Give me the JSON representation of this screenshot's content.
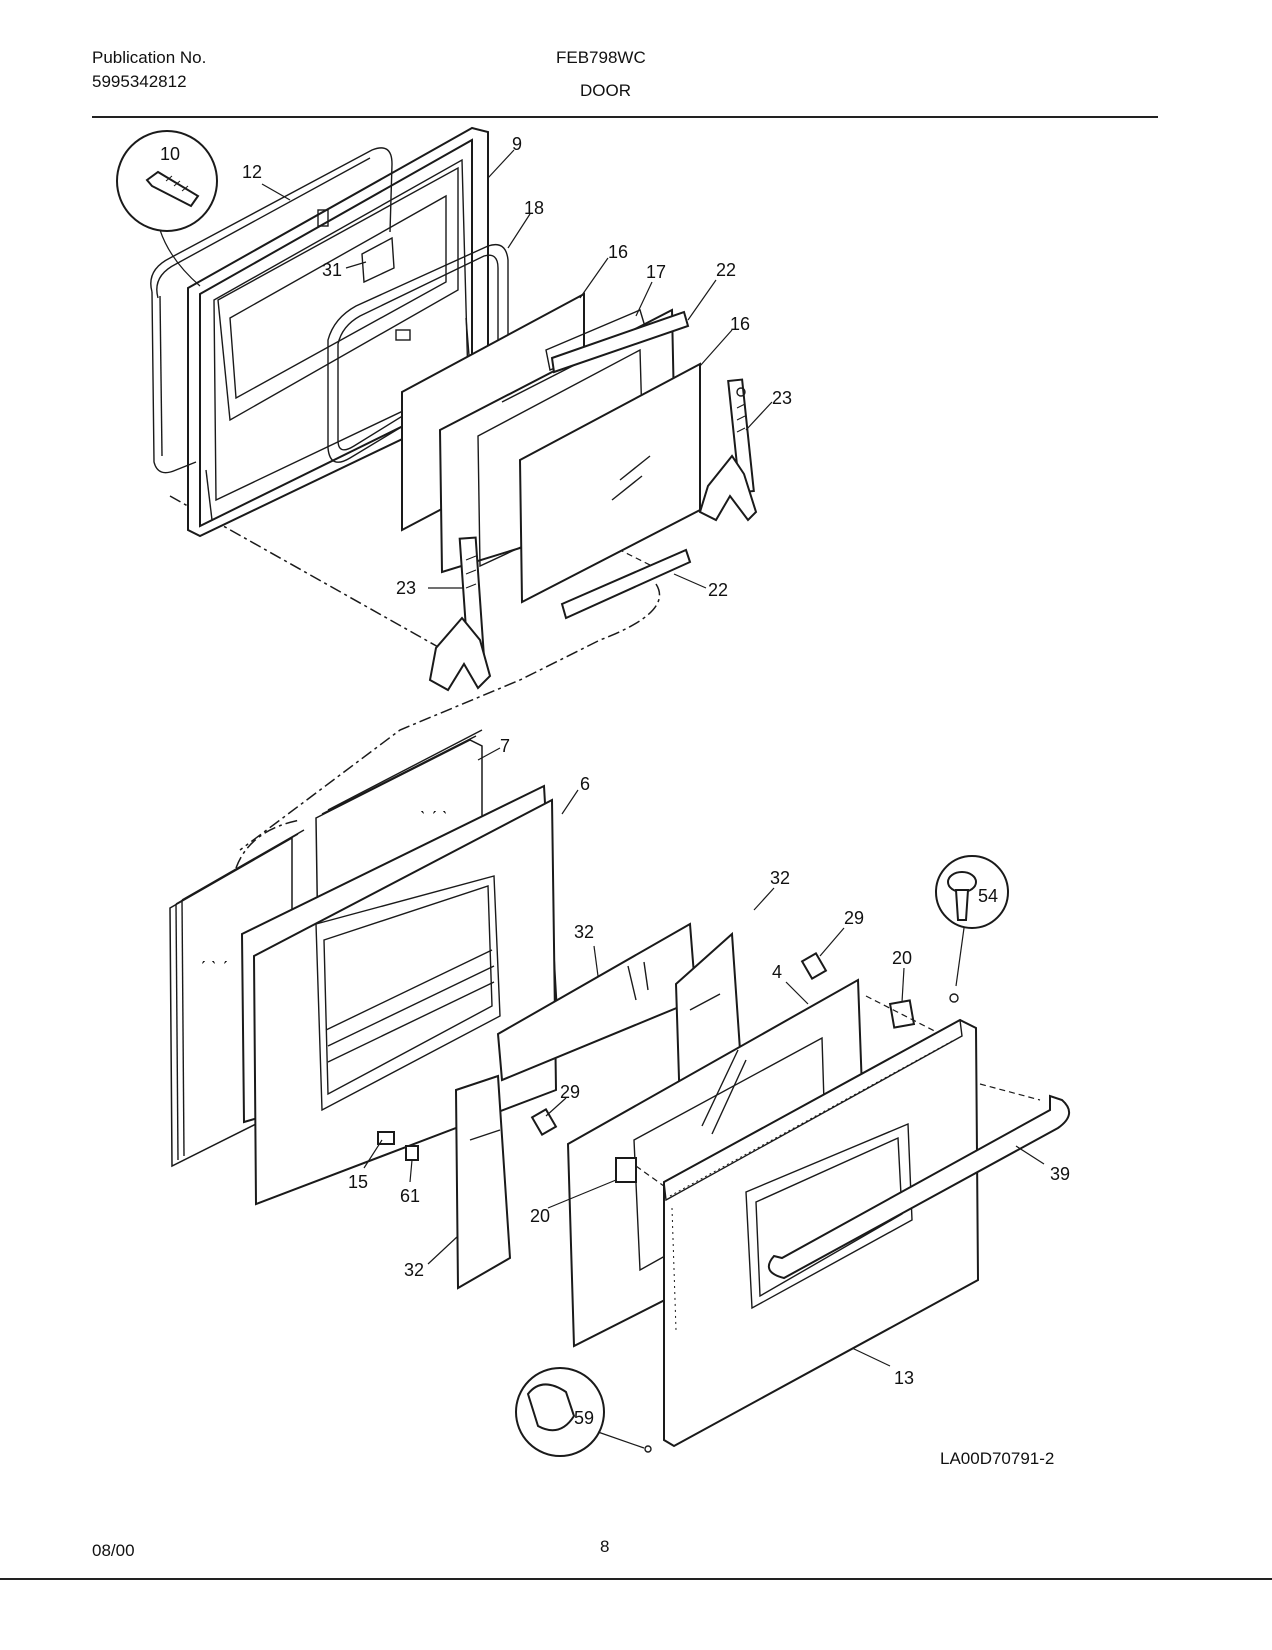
{
  "header": {
    "publication_label": "Publication No.",
    "publication_number": "5995342812",
    "model": "FEB798WC",
    "section": "DOOR"
  },
  "footer": {
    "date": "08/00",
    "page": "8",
    "drawing_id": "LA00D70791-2"
  },
  "callouts": {
    "p10": "10",
    "p12": "12",
    "p9": "9",
    "p18": "18",
    "p31": "31",
    "p16a": "16",
    "p17": "17",
    "p22a": "22",
    "p16b": "16",
    "p23a": "23",
    "p23b": "23",
    "p22b": "22",
    "p7": "7",
    "p6": "6",
    "p32a": "32",
    "p32b": "32",
    "p29a": "29",
    "p4": "4",
    "p20a": "20",
    "p54": "54",
    "p29b": "29",
    "p39": "39",
    "p15": "15",
    "p61": "61",
    "p20b": "20",
    "p32c": "32",
    "p13": "13",
    "p59": "59"
  }
}
